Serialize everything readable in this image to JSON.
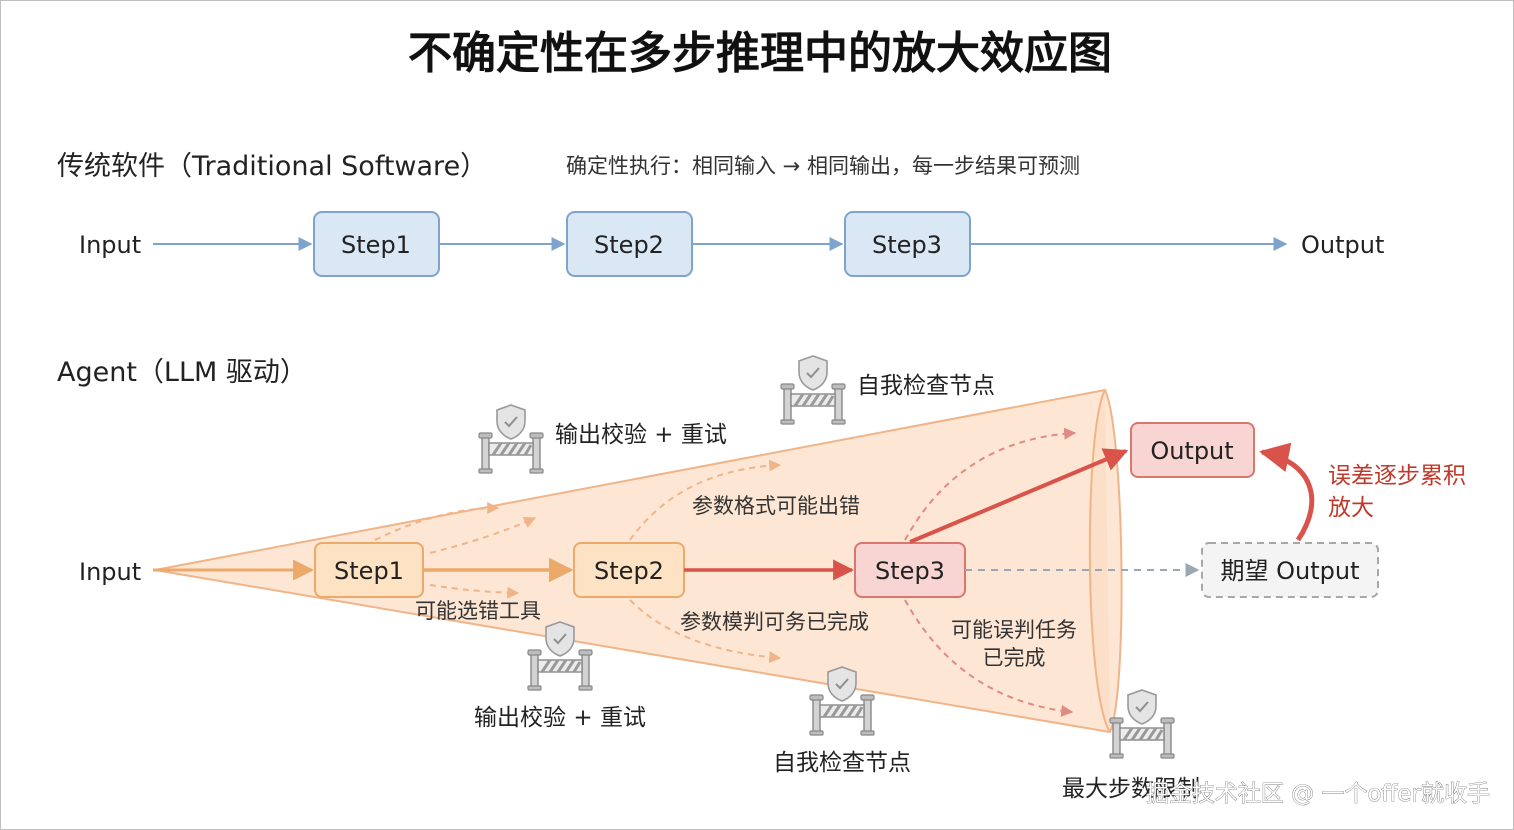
{
  "title": "不确定性在多步推理中的放大效应图",
  "traditional": {
    "heading": "传统软件（Traditional Software）",
    "note": "确定性执行：相同输入 → 相同输出，每一步结果可预测",
    "input_label": "Input",
    "output_label": "Output",
    "steps": [
      "Step1",
      "Step2",
      "Step3"
    ]
  },
  "agent": {
    "heading": "Agent（LLM 驱动）",
    "input_label": "Input",
    "steps": [
      "Step1",
      "Step2",
      "Step3"
    ],
    "output_label": "Output",
    "expected_output_label": "期望 Output",
    "annotations": {
      "wrong_tool": "可能选错工具",
      "param_format": "参数格式可能出错",
      "misjudge_done": "参数模判可务已完成",
      "misjudge_task_line1": "可能误判任务",
      "misjudge_task_line2": "已完成",
      "error_accum_line1": "误差逐步累积",
      "error_accum_line2": "放大"
    },
    "guards": {
      "validate_retry_top": "输出校验 + 重试",
      "self_check_top": "自我检查节点",
      "validate_retry_bottom": "输出校验 + 重试",
      "self_check_bottom": "自我检查节点",
      "max_steps": "最大步数限制"
    }
  },
  "watermark": "掘金技术社区 @ 一个offer就收手",
  "colors": {
    "blue_box_fill": "#dae8f6",
    "blue_box_stroke": "#7ea3cc",
    "blue_arrow": "#7ea3cc",
    "cone_fill": "#fde7d4",
    "cone_stroke": "#f0b489",
    "orange_box_fill": "#fde3c4",
    "orange_box_stroke": "#eba96a",
    "red_box_fill": "#f8d4d2",
    "red_box_stroke": "#d9776f",
    "red_arrow": "#d9534a",
    "red_text": "#c0392b",
    "gray_dashed": "#9aa7b5"
  },
  "icons": [
    "shield-barrier-icon"
  ]
}
